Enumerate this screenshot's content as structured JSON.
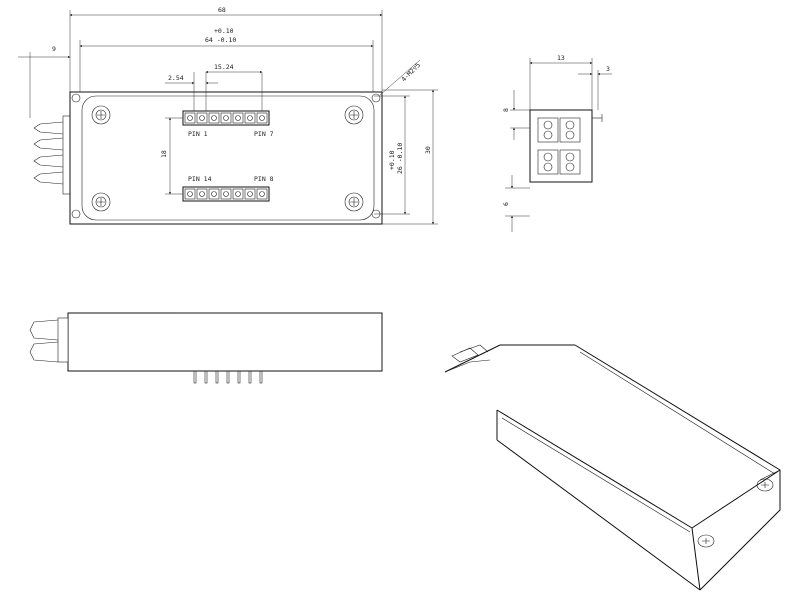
{
  "title": "",
  "top_view": {
    "overall_width": "68",
    "inner_tol": "+0.10",
    "inner_width": "64 -0.10",
    "left_offset": "9",
    "pin_pitch": "2.54",
    "pin_span": "15.24",
    "hole_note": "4-M2▽5",
    "pin_1": "PIN 1",
    "pin_7": "PIN 7",
    "pin_14": "PIN 14",
    "pin_8": "PIN 8",
    "row_spacing": "18",
    "inner_height_tol": "+0.10",
    "inner_height": "26 -0.10",
    "overall_height": "30"
  },
  "end_view": {
    "width": "13",
    "offset": "3",
    "dim_a": "8",
    "dim_b": "6"
  }
}
